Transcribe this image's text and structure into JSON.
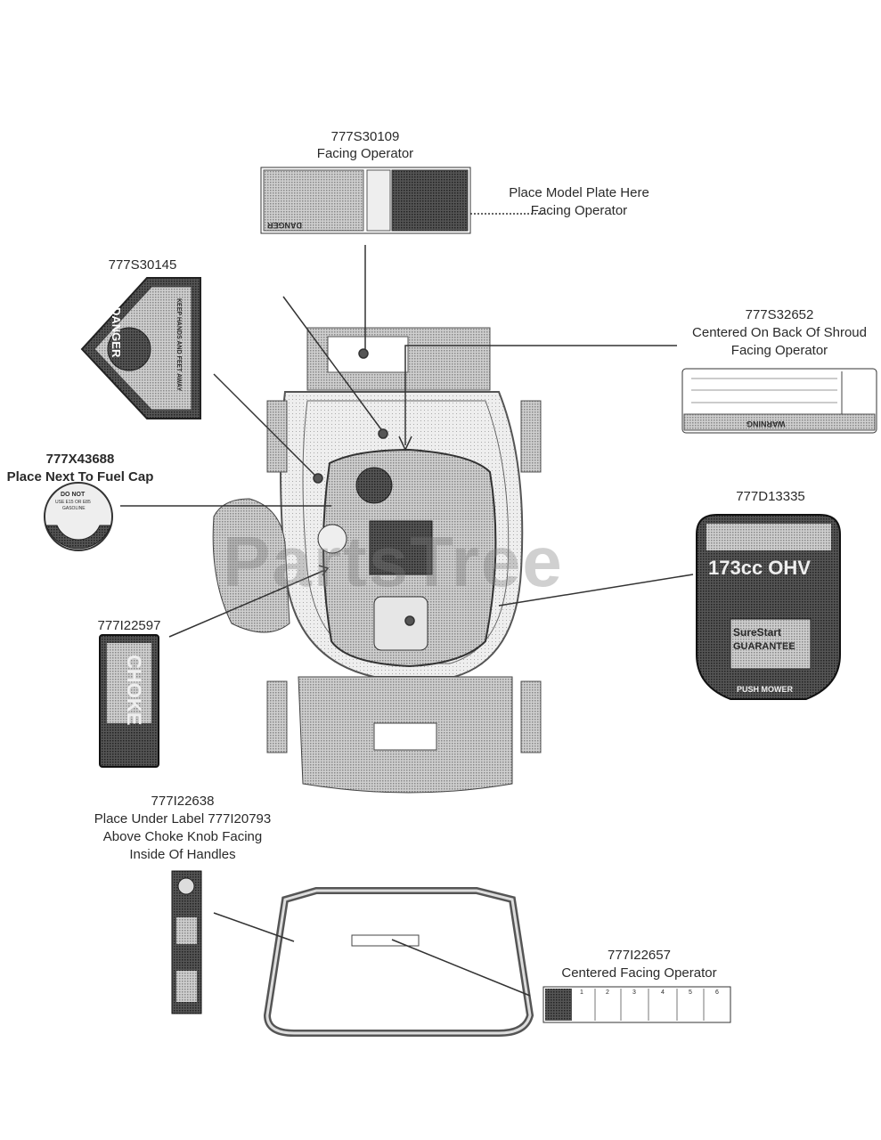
{
  "watermark": "PartsTree",
  "callouts": {
    "decal_30109": {
      "part": "777S30109",
      "note": "Facing Operator"
    },
    "model_plate": {
      "line1": "Place Model Plate Here",
      "line2": "Facing Operator"
    },
    "decal_30145": {
      "part": "777S30145"
    },
    "decal_32652": {
      "part": "777S32652",
      "line1": "Centered On Back Of Shroud",
      "line2": "Facing Operator"
    },
    "decal_43688": {
      "part": "777X43688",
      "note": "Place Next To Fuel Cap"
    },
    "decal_13335": {
      "part": "777D13335"
    },
    "decal_22597": {
      "part": "777I22597"
    },
    "decal_22638": {
      "part": "777I22638",
      "line1": "Place Under Label 777I20793",
      "line2": "Above Choke Knob Facing",
      "line3": "Inside Of Handles"
    },
    "decal_22657": {
      "part": "777I22657",
      "note": "Centered Facing Operator"
    }
  },
  "decal_text": {
    "danger_top": "DANGER",
    "danger_side_1": "DANGER",
    "danger_side_2": "KEEP HANDS AND FEET AWAY",
    "warning": "WARNING",
    "fuel_cap_1": "DO NOT",
    "fuel_cap_2": "USE E15 OR E85",
    "fuel_cap_3": "GASOLINE",
    "choke": "CHOKE",
    "engine_1": "173cc OHV",
    "engine_2": "SureStart",
    "engine_3": "GUARANTEE",
    "engine_4": "PUSH MOWER",
    "steps": [
      "1",
      "2",
      "3",
      "4",
      "5",
      "6"
    ]
  }
}
